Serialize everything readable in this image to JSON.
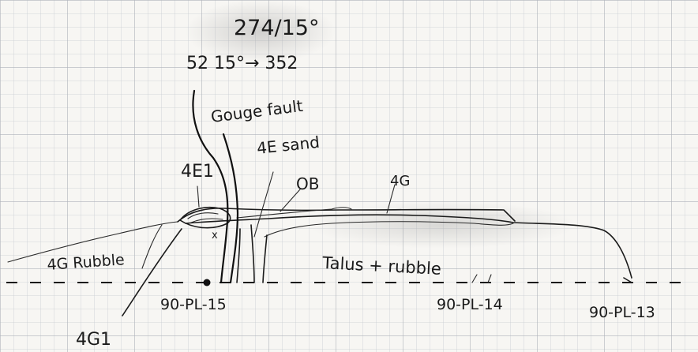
{
  "sketch": {
    "attitude_top": "274/15°",
    "attitude_sub": "52 15°→ 352",
    "labels": {
      "gouge_fault": "Gouge fault",
      "unit_4e1": "4E1",
      "unit_4e_sand": "4E sand",
      "unit_ob": "OB",
      "unit_4g": "4G",
      "unit_4g_rubble": "4G Rubble",
      "talus_rubble": "Talus + rubble",
      "unit_4g1": "4G1",
      "x_mark": "x"
    },
    "stations": [
      "90-PL-15",
      "90-PL-14",
      "90-PL-13"
    ]
  }
}
